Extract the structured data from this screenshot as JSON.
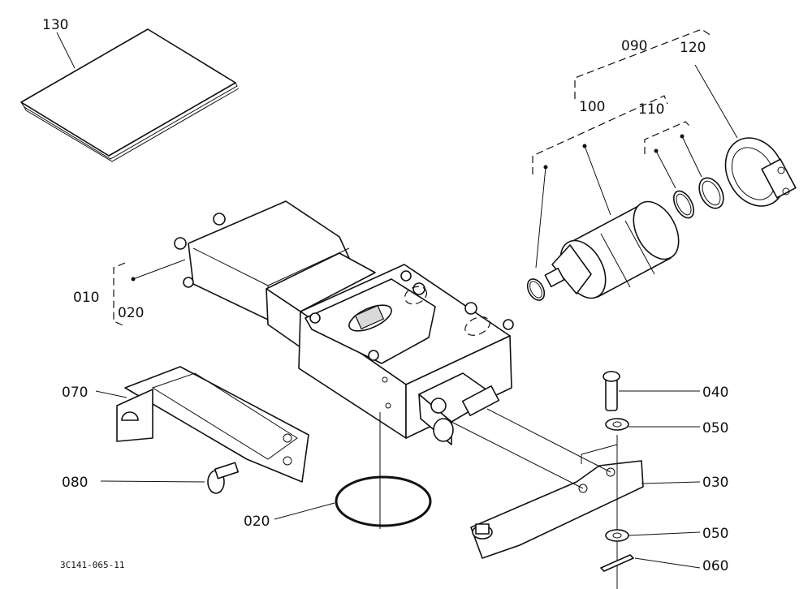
{
  "callouts": {
    "c130": "130",
    "c090": "090",
    "c120": "120",
    "c100": "100",
    "c110": "110",
    "c010": "010",
    "c020a": "020",
    "c070": "070",
    "c040": "040",
    "c050a": "050",
    "c030": "030",
    "c080": "080",
    "c020b": "020",
    "c050b": "050",
    "c060": "060"
  },
  "drawing_code": "3C141-065-11"
}
